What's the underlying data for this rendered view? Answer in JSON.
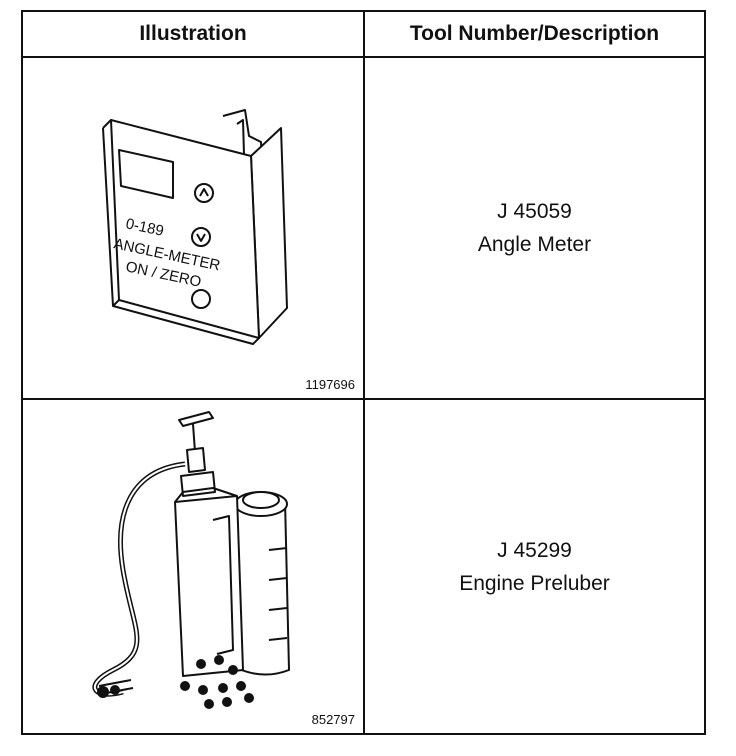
{
  "table": {
    "headers": {
      "illustration": "Illustration",
      "tool": "Tool Number/Description"
    },
    "rows": [
      {
        "figure_number": "1197696",
        "device_text": [
          "0-189",
          "ANGLE-METER",
          "ON / ZERO"
        ],
        "tool_number": "J 45059",
        "description": "Angle Meter"
      },
      {
        "figure_number": "852797",
        "tool_number": "J 45299",
        "description": "Engine Preluber"
      }
    ]
  }
}
